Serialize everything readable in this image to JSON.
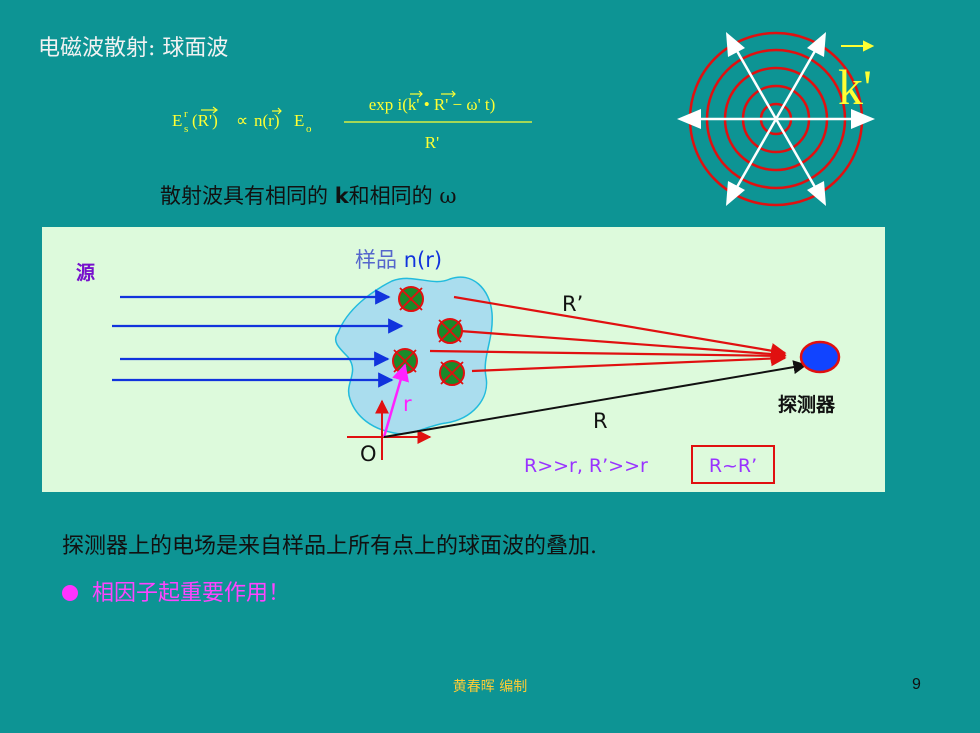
{
  "slide": {
    "title": "电磁波散射: 球面波",
    "same_k_note_prefix": "散射波具有相同的 ",
    "same_k_note_k": "k",
    "same_k_note_suffix": "和相同的 ω",
    "superposition_note": "探测器上的电场是来自样品上所有点上的球面波的叠加.",
    "bullet_text": "相因子起重要作用！",
    "author": "黄春晖 编制",
    "page_number": "9"
  },
  "formula": {
    "lhs_E": "E",
    "lhs_sup": "r",
    "lhs_sub": "s",
    "lhs_arg": "(R')",
    "propto": "∝",
    "n_term": "n(r)",
    "E0": "E",
    "E0_sub": "o",
    "numerator": "exp i(k' • R' − ω' t)",
    "denominator": "R'"
  },
  "sphere_diagram": {
    "k_label": "k'",
    "ring_color": "#e01010",
    "arrow_color": "#ffffff",
    "k_color": "#ffff33"
  },
  "scatter_diagram": {
    "source_label": "源",
    "sample_label_zh": "样品 ",
    "sample_label_n": "n(r)",
    "r_prime_label": "R’",
    "r_label": "R",
    "small_r_label": "r",
    "origin_label": "O",
    "detector_label": "探测器",
    "condition_label": "R>>r, R’>>r",
    "approx_label": "R~R’",
    "colors": {
      "panel": "#ddfadc",
      "incident": "#1133dd",
      "scattered": "#e01010",
      "sample_fill": "#aaddee",
      "sample_edge": "#22bbdd",
      "scatterer": "#1a8a2a",
      "detector": "#1144ff",
      "position_vector": "#ff22ff",
      "condition_text": "#9933ff",
      "source_text": "#7711cc",
      "sample_text": "#5566cc"
    }
  }
}
